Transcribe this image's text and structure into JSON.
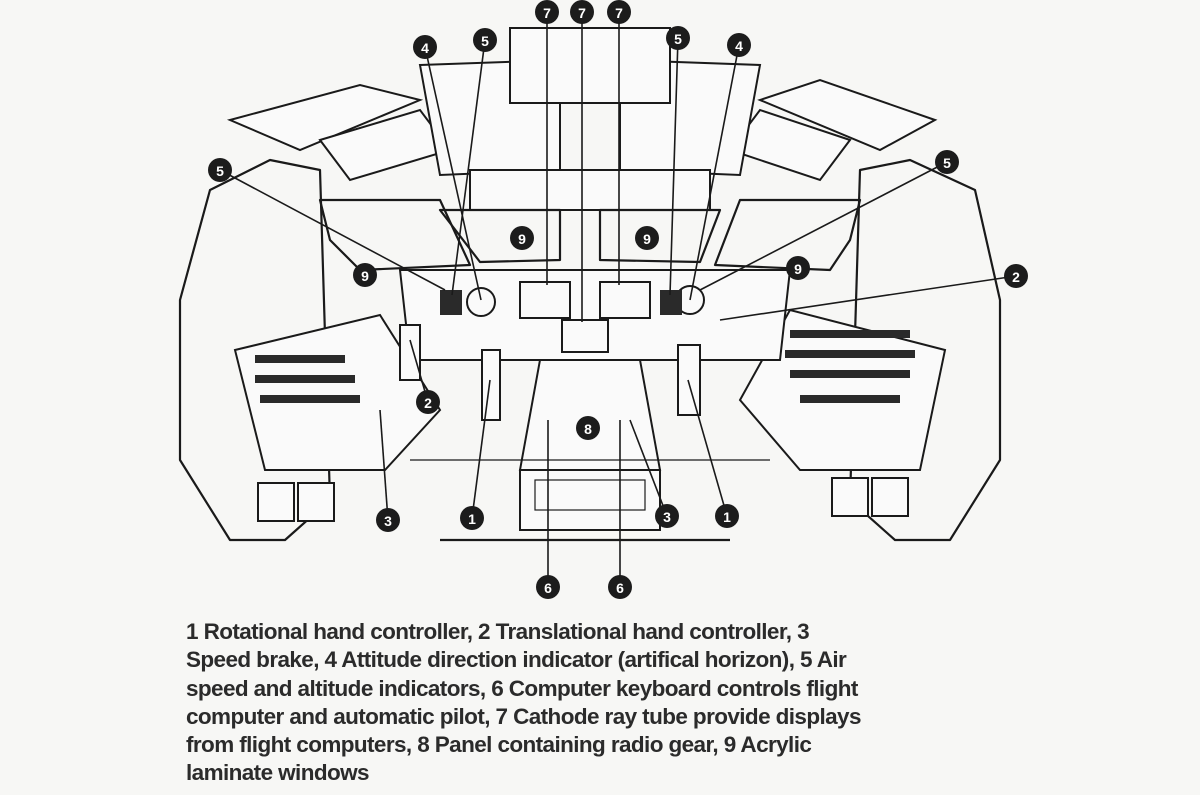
{
  "callouts": [
    "7",
    "7",
    "7",
    "4",
    "5",
    "5",
    "4",
    "5",
    "5",
    "9",
    "9",
    "9",
    "9",
    "2",
    "2",
    "8",
    "3",
    "1",
    "3",
    "1",
    "6",
    "6"
  ],
  "legend": [
    {
      "number": "1",
      "label": "Rotational hand controller"
    },
    {
      "number": "2",
      "label": "Translational hand controller"
    },
    {
      "number": "3",
      "label": "Speed brake"
    },
    {
      "number": "4",
      "label": "Attitude direction indicator (artifical horizon)"
    },
    {
      "number": "5",
      "label": "Air speed and altitude indicators"
    },
    {
      "number": "6",
      "label": "Computer keyboard controls flight computer and automatic pilot"
    },
    {
      "number": "7",
      "label": "Cathode ray tube provide displays from flight computers"
    },
    {
      "number": "8",
      "label": "Panel containing radio gear"
    },
    {
      "number": "9",
      "label": "Acrylic laminate windows"
    }
  ],
  "caption_lines": [
    "1 Rotational hand controller,  2 Translational hand controller,  3",
    "Speed brake,  4 Attitude direction indicator (artifical horizon),  5 Air",
    "speed and altitude indicators,  6 Computer keyboard controls flight",
    "computer and automatic pilot,  7 Cathode ray tube provide displays",
    "from flight computers,  8 Panel containing radio gear,  9 Acrylic",
    "laminate windows"
  ]
}
